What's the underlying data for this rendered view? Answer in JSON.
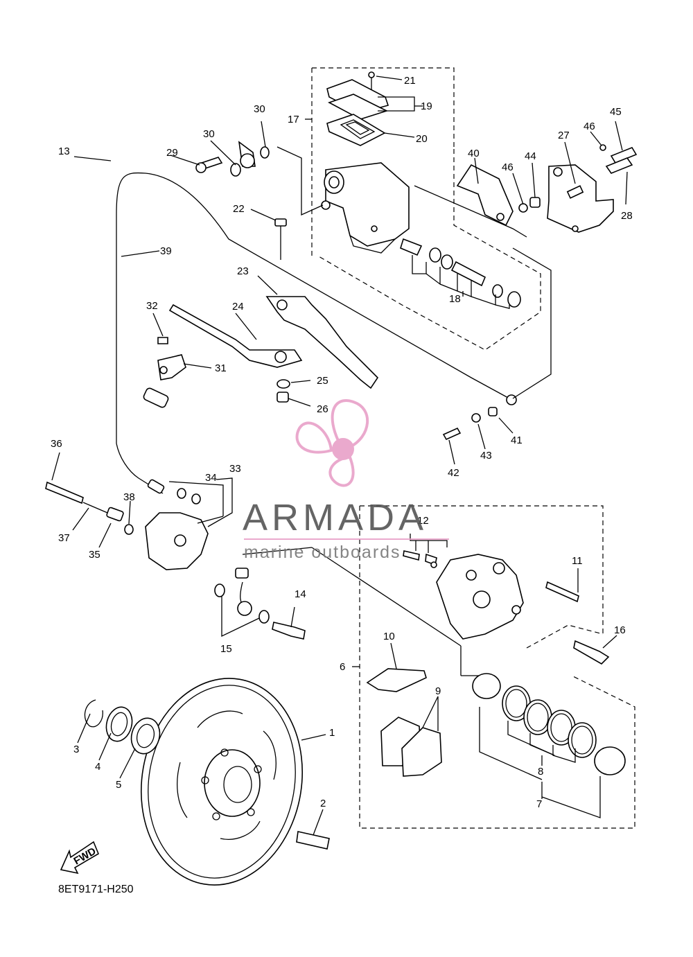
{
  "diagram": {
    "callouts": [
      "1",
      "2",
      "3",
      "4",
      "5",
      "6",
      "7",
      "8",
      "9",
      "10",
      "11",
      "12",
      "13",
      "14",
      "15",
      "16",
      "17",
      "18",
      "19",
      "20",
      "21",
      "22",
      "23",
      "24",
      "25",
      "26",
      "27",
      "28",
      "29",
      "30",
      "30",
      "31",
      "32",
      "33",
      "34",
      "35",
      "36",
      "37",
      "38",
      "39",
      "40",
      "41",
      "42",
      "43",
      "44",
      "45",
      "46",
      "46"
    ],
    "drawing_code": "8ET9171-H250",
    "fwd_label": "FWD"
  },
  "watermark": {
    "title": "ARMADA",
    "subtitle": "marine outboards",
    "logo_color": "#e8a0c8",
    "text_color": "#555555"
  }
}
